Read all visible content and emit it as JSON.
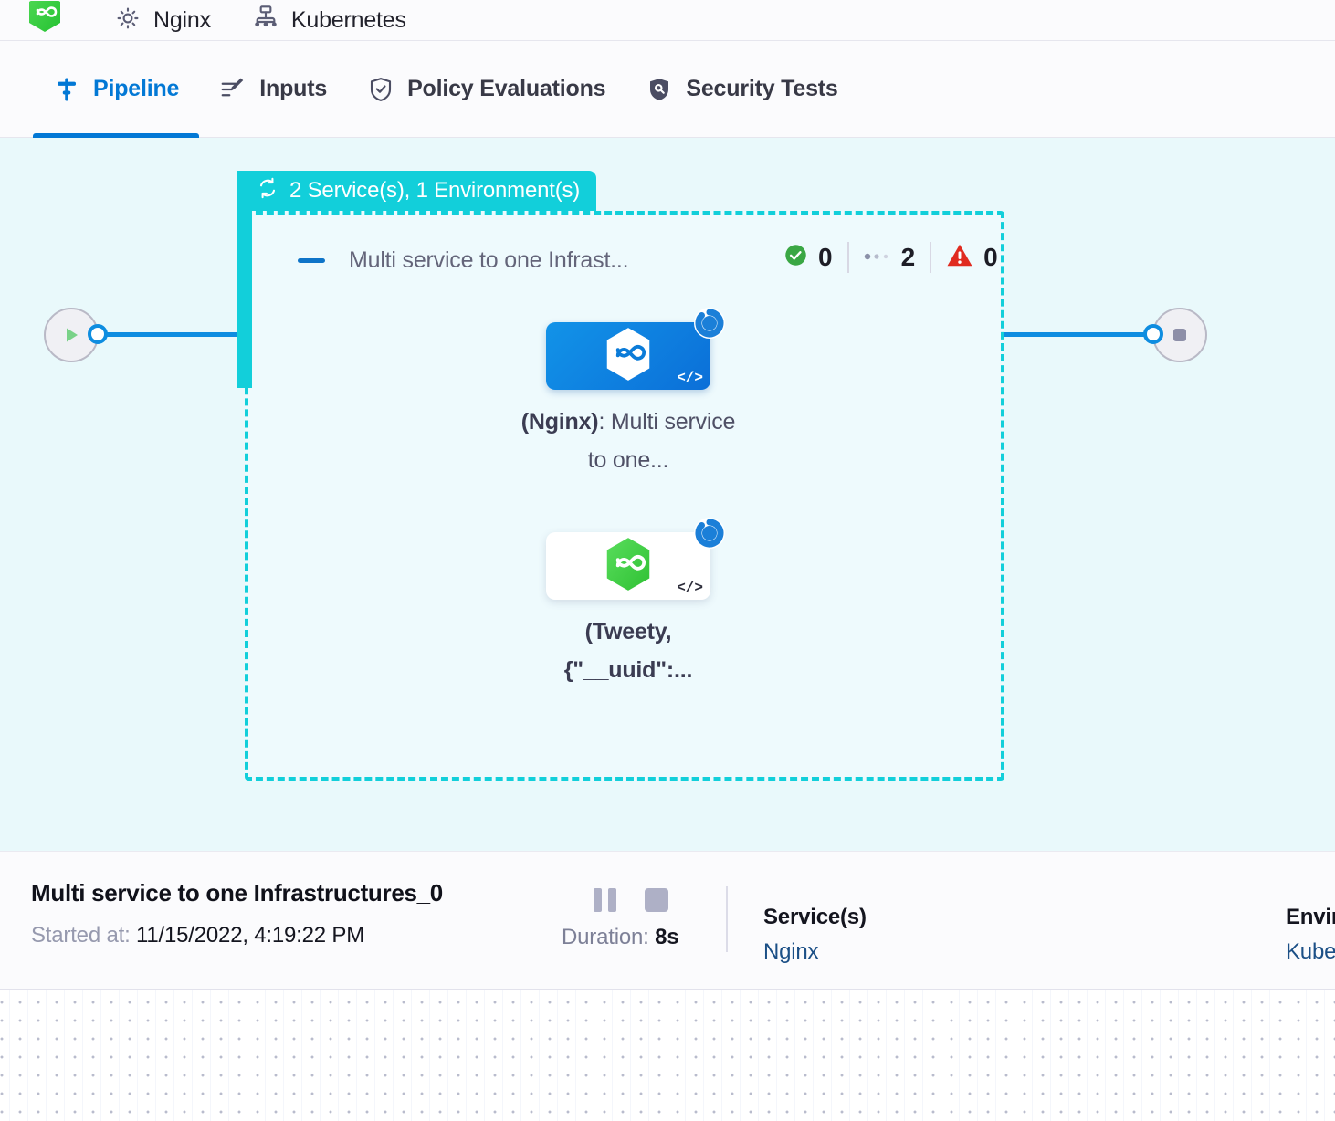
{
  "topbar": {
    "items": [
      {
        "icon": "hexagon-infinity-logo-icon",
        "label": ""
      },
      {
        "icon": "gear-icon",
        "label": "Nginx"
      },
      {
        "icon": "kubernetes-node-icon",
        "label": "Kubernetes"
      }
    ]
  },
  "tabs": [
    {
      "id": "pipeline",
      "label": "Pipeline",
      "icon": "pipeline-icon",
      "active": true
    },
    {
      "id": "inputs",
      "label": "Inputs",
      "icon": "inputs-icon",
      "active": false
    },
    {
      "id": "policy",
      "label": "Policy Evaluations",
      "icon": "shield-check-icon",
      "active": false
    },
    {
      "id": "security",
      "label": "Security Tests",
      "icon": "shield-scan-icon",
      "active": false
    }
  ],
  "canvas": {
    "start_node": {
      "name": "start-node",
      "icon": "play-icon"
    },
    "end_node": {
      "name": "end-node",
      "icon": "stop-icon"
    },
    "group_badge": {
      "icon": "loop-repeat-icon",
      "label": "2 Service(s), 1 Environment(s)"
    },
    "stage": {
      "title": "Multi service to one Infrast...",
      "counters": [
        {
          "id": "success",
          "icon": "check-circle-icon",
          "value": "0",
          "color": "#3aa744"
        },
        {
          "id": "pending",
          "icon": "ellipsis-dots-icon",
          "value": "2",
          "color": "#9aa0b4"
        },
        {
          "id": "failed",
          "icon": "warning-triangle-icon",
          "value": "0",
          "color": "#e02b20"
        }
      ],
      "nodes": [
        {
          "id": "nginx-node",
          "selected": true,
          "logo": "hexagon-infinity-logo-white",
          "code_badge": "</>",
          "status_icon": "spinner-running-icon",
          "caption_bold": "(Nginx)",
          "caption_rest": ": Multi service to one..."
        },
        {
          "id": "tweety-node",
          "selected": false,
          "logo": "hexagon-infinity-logo-green",
          "code_badge": "</>",
          "status_icon": "spinner-running-icon",
          "caption_bold": "(Tweety, {\"__uuid\":...",
          "caption_rest": ""
        }
      ]
    }
  },
  "footer": {
    "title": "Multi service to one Infrastructures_0",
    "started_label": "Started at:",
    "started_value": "11/15/2022, 4:19:22 PM",
    "pause_button": "pause",
    "stop_button": "stop",
    "duration_label": "Duration:",
    "duration_value": "8s",
    "columns": [
      {
        "header": "Service(s)",
        "value": "Nginx"
      },
      {
        "header": "Environment(s)",
        "value": "Kubernetes"
      }
    ]
  },
  "colors": {
    "accent_blue": "#0278d5",
    "teal": "#12cfda",
    "canvas_bg": "#e9f9fb",
    "stage_bg": "#eefafd",
    "link_navy": "#1b4f86"
  }
}
